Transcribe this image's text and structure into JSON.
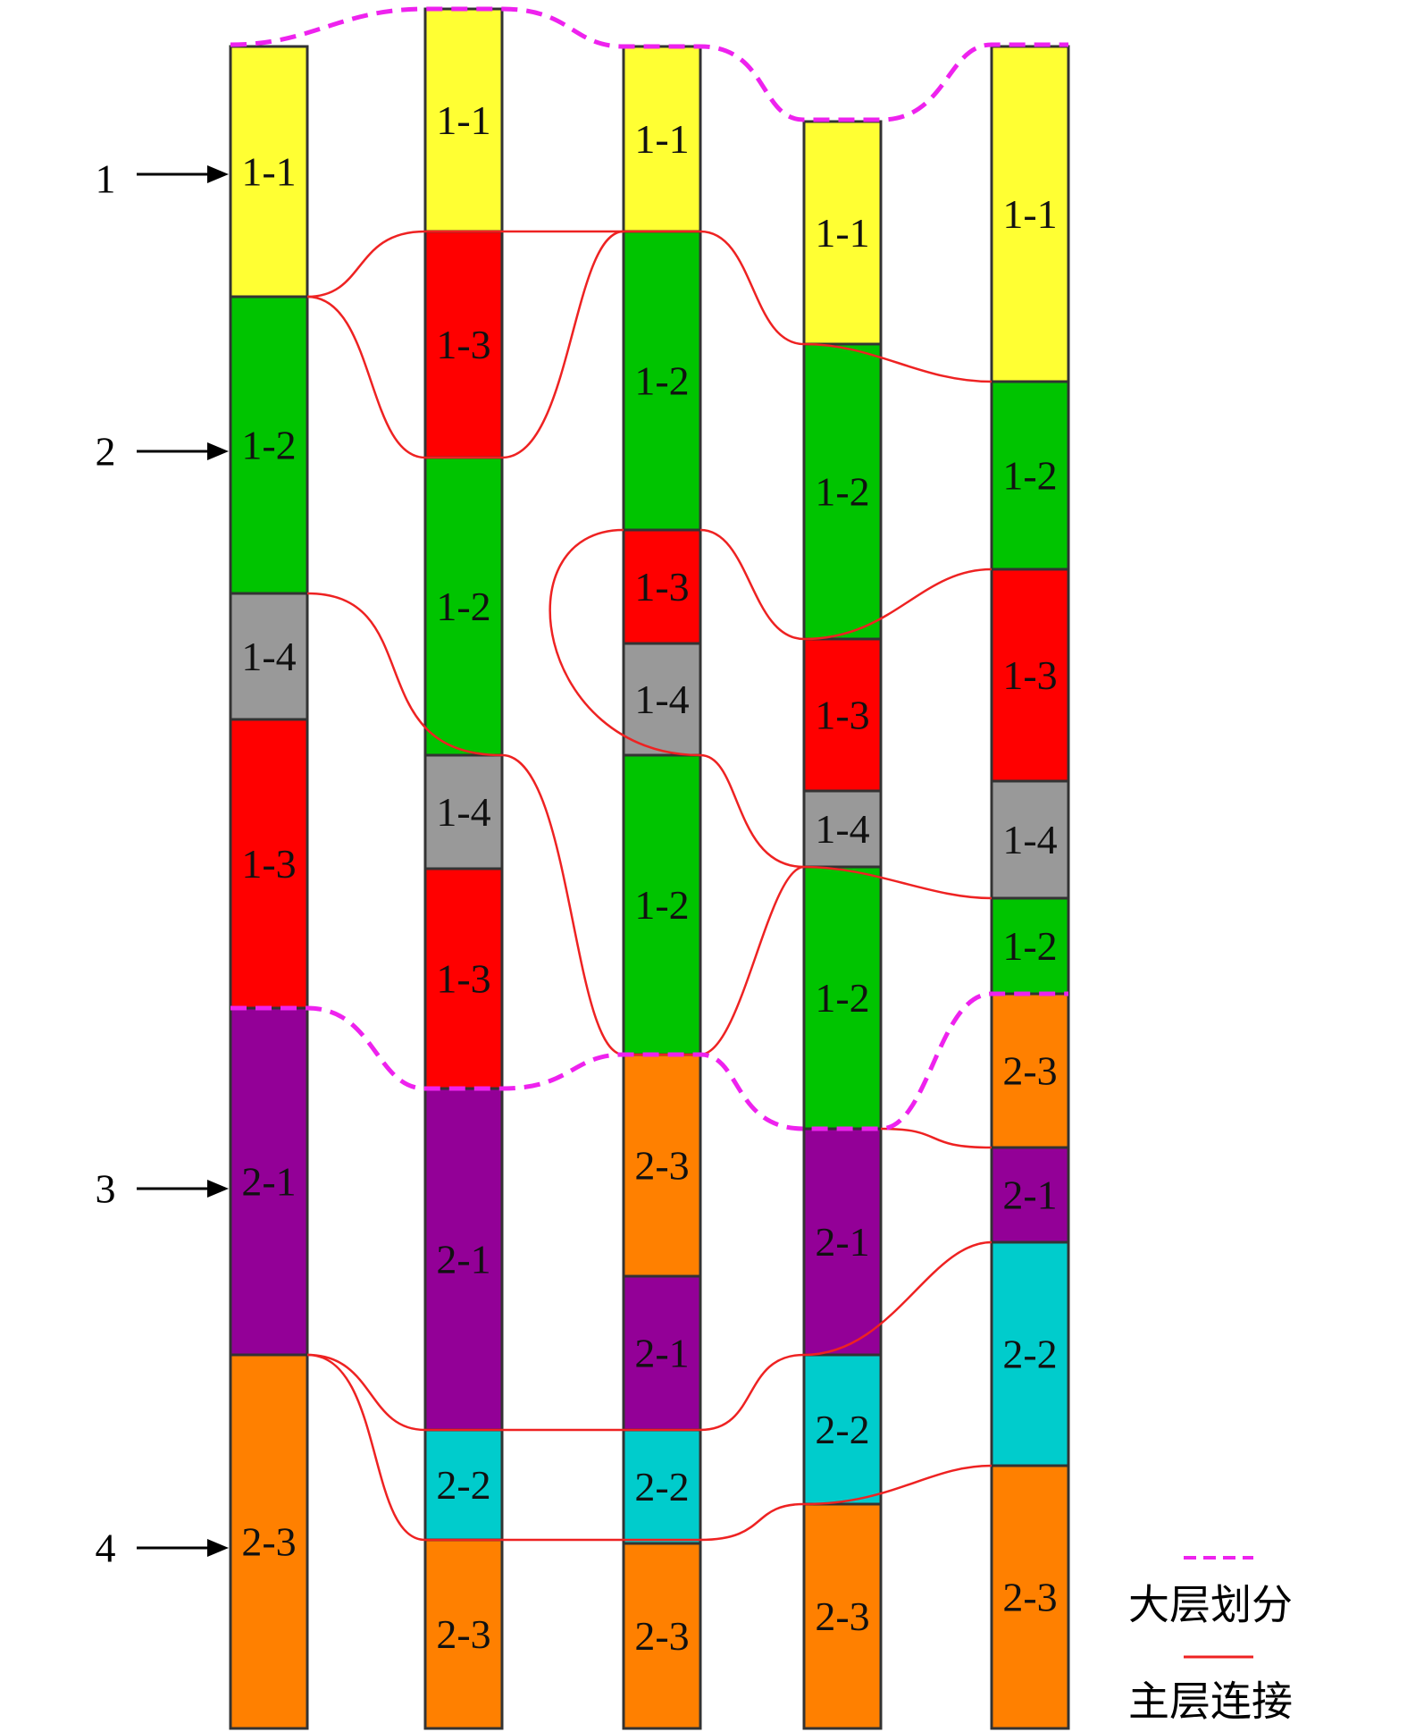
{
  "colors": {
    "1-1": "#ffff33",
    "1-2": "#00c400",
    "1-3": "#ff0000",
    "1-4": "#999999",
    "2-1": "#930097",
    "2-2": "#00cccc",
    "2-3": "#ff8000",
    "connection_line": "#ee2222",
    "major_division_line": "#ee22ee"
  },
  "columns": [
    {
      "segments": [
        {
          "label": "1-1",
          "type": "1-1"
        },
        {
          "label": "1-2",
          "type": "1-2"
        },
        {
          "label": "1-4",
          "type": "1-4"
        },
        {
          "label": "1-3",
          "type": "1-3"
        },
        {
          "label": "2-1",
          "type": "2-1"
        },
        {
          "label": "2-3",
          "type": "2-3"
        }
      ]
    },
    {
      "segments": [
        {
          "label": "1-1",
          "type": "1-1"
        },
        {
          "label": "1-3",
          "type": "1-3"
        },
        {
          "label": "1-2",
          "type": "1-2"
        },
        {
          "label": "1-4",
          "type": "1-4"
        },
        {
          "label": "1-3",
          "type": "1-3"
        },
        {
          "label": "2-1",
          "type": "2-1"
        },
        {
          "label": "2-2",
          "type": "2-2"
        },
        {
          "label": "2-3",
          "type": "2-3"
        }
      ]
    },
    {
      "segments": [
        {
          "label": "1-1",
          "type": "1-1"
        },
        {
          "label": "1-2",
          "type": "1-2"
        },
        {
          "label": "1-3",
          "type": "1-3"
        },
        {
          "label": "1-4",
          "type": "1-4"
        },
        {
          "label": "1-2",
          "type": "1-2"
        },
        {
          "label": "2-3",
          "type": "2-3"
        },
        {
          "label": "2-1",
          "type": "2-1"
        },
        {
          "label": "2-2",
          "type": "2-2"
        },
        {
          "label": "2-3",
          "type": "2-3"
        }
      ]
    },
    {
      "segments": [
        {
          "label": "1-1",
          "type": "1-1"
        },
        {
          "label": "1-2",
          "type": "1-2"
        },
        {
          "label": "1-3",
          "type": "1-3"
        },
        {
          "label": "1-4",
          "type": "1-4"
        },
        {
          "label": "1-2",
          "type": "1-2"
        },
        {
          "label": "2-1",
          "type": "2-1"
        },
        {
          "label": "2-2",
          "type": "2-2"
        },
        {
          "label": "2-3",
          "type": "2-3"
        }
      ]
    },
    {
      "segments": [
        {
          "label": "1-1",
          "type": "1-1"
        },
        {
          "label": "1-2",
          "type": "1-2"
        },
        {
          "label": "1-3",
          "type": "1-3"
        },
        {
          "label": "1-4",
          "type": "1-4"
        },
        {
          "label": "1-2",
          "type": "1-2"
        },
        {
          "label": "2-3",
          "type": "2-3"
        },
        {
          "label": "2-1",
          "type": "2-1"
        },
        {
          "label": "2-2",
          "type": "2-2"
        },
        {
          "label": "2-3",
          "type": "2-3"
        }
      ]
    }
  ],
  "markers": [
    {
      "label": "1"
    },
    {
      "label": "2"
    },
    {
      "label": "3"
    },
    {
      "label": "4"
    }
  ],
  "legend": {
    "major_division": "大层划分",
    "main_connection": "主层连接"
  }
}
